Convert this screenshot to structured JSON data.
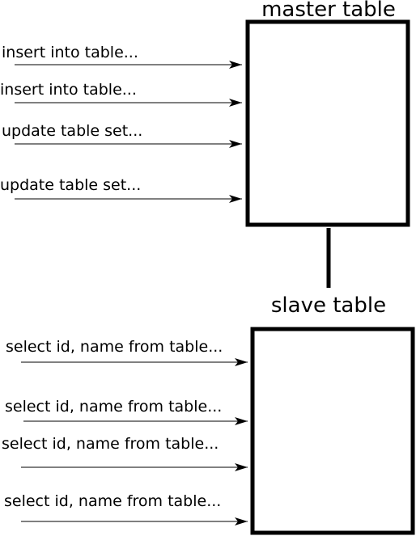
{
  "master": {
    "title": "master table",
    "writes": [
      "insert into table...",
      "insert into table...",
      "update table set...",
      "update table set..."
    ]
  },
  "slave": {
    "title": "slave table",
    "reads": [
      "select id, name from table...",
      "select id, name from table...",
      "select id, name from table...",
      "select id, name from table..."
    ]
  }
}
